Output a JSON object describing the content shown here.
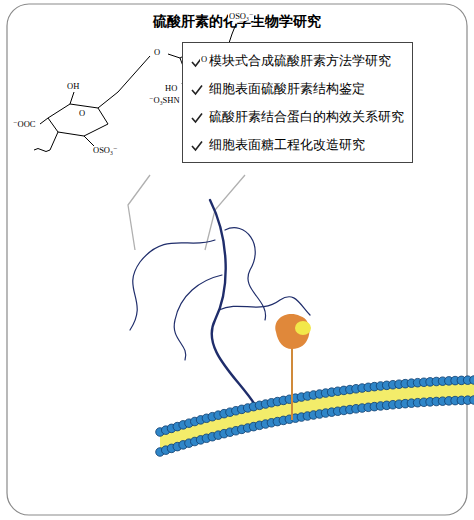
{
  "diagram": {
    "title": "硫酸肝素的化学生物学研究",
    "nodes": [
      {
        "text": [
          "模块式合成硫酸肝素方法学研究",
          "细胞表面硫酸肝素结构鉴定",
          "硫酸肝素结合蛋白的构效关系研究",
          "细胞表面糖工程化改造研究"
        ]
      }
    ],
    "labels": [
      "OSO₃⁻",
      "O",
      "HO",
      "⁻O₃SHN",
      "O",
      "OH",
      "⁻OOC",
      "O",
      "OSO₃⁻"
    ]
  }
}
